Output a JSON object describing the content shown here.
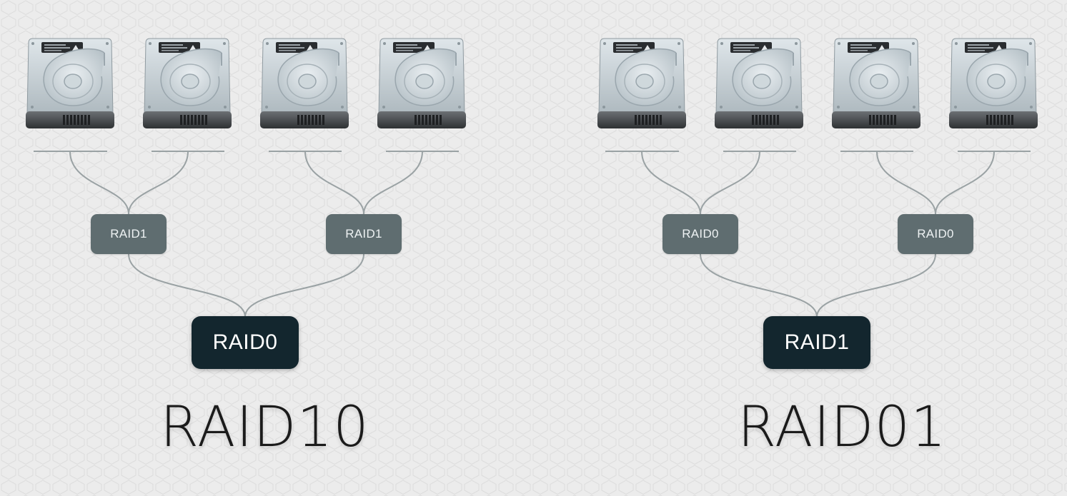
{
  "background_color": "#ececec",
  "wire_color": "#9aa2a4",
  "left_diagram": {
    "title": "RAID10",
    "mid_nodes": [
      "RAID1",
      "RAID1"
    ],
    "root_node": "RAID0",
    "drive_count": 4,
    "drive_icon": "hard-drive-icon"
  },
  "right_diagram": {
    "title": "RAID01",
    "mid_nodes": [
      "RAID0",
      "RAID0"
    ],
    "root_node": "RAID1",
    "drive_count": 4,
    "drive_icon": "hard-drive-icon"
  },
  "colors": {
    "mid_node": "#5f6d70",
    "root_node": "#13262e",
    "drive_body": "#c5ced3"
  }
}
